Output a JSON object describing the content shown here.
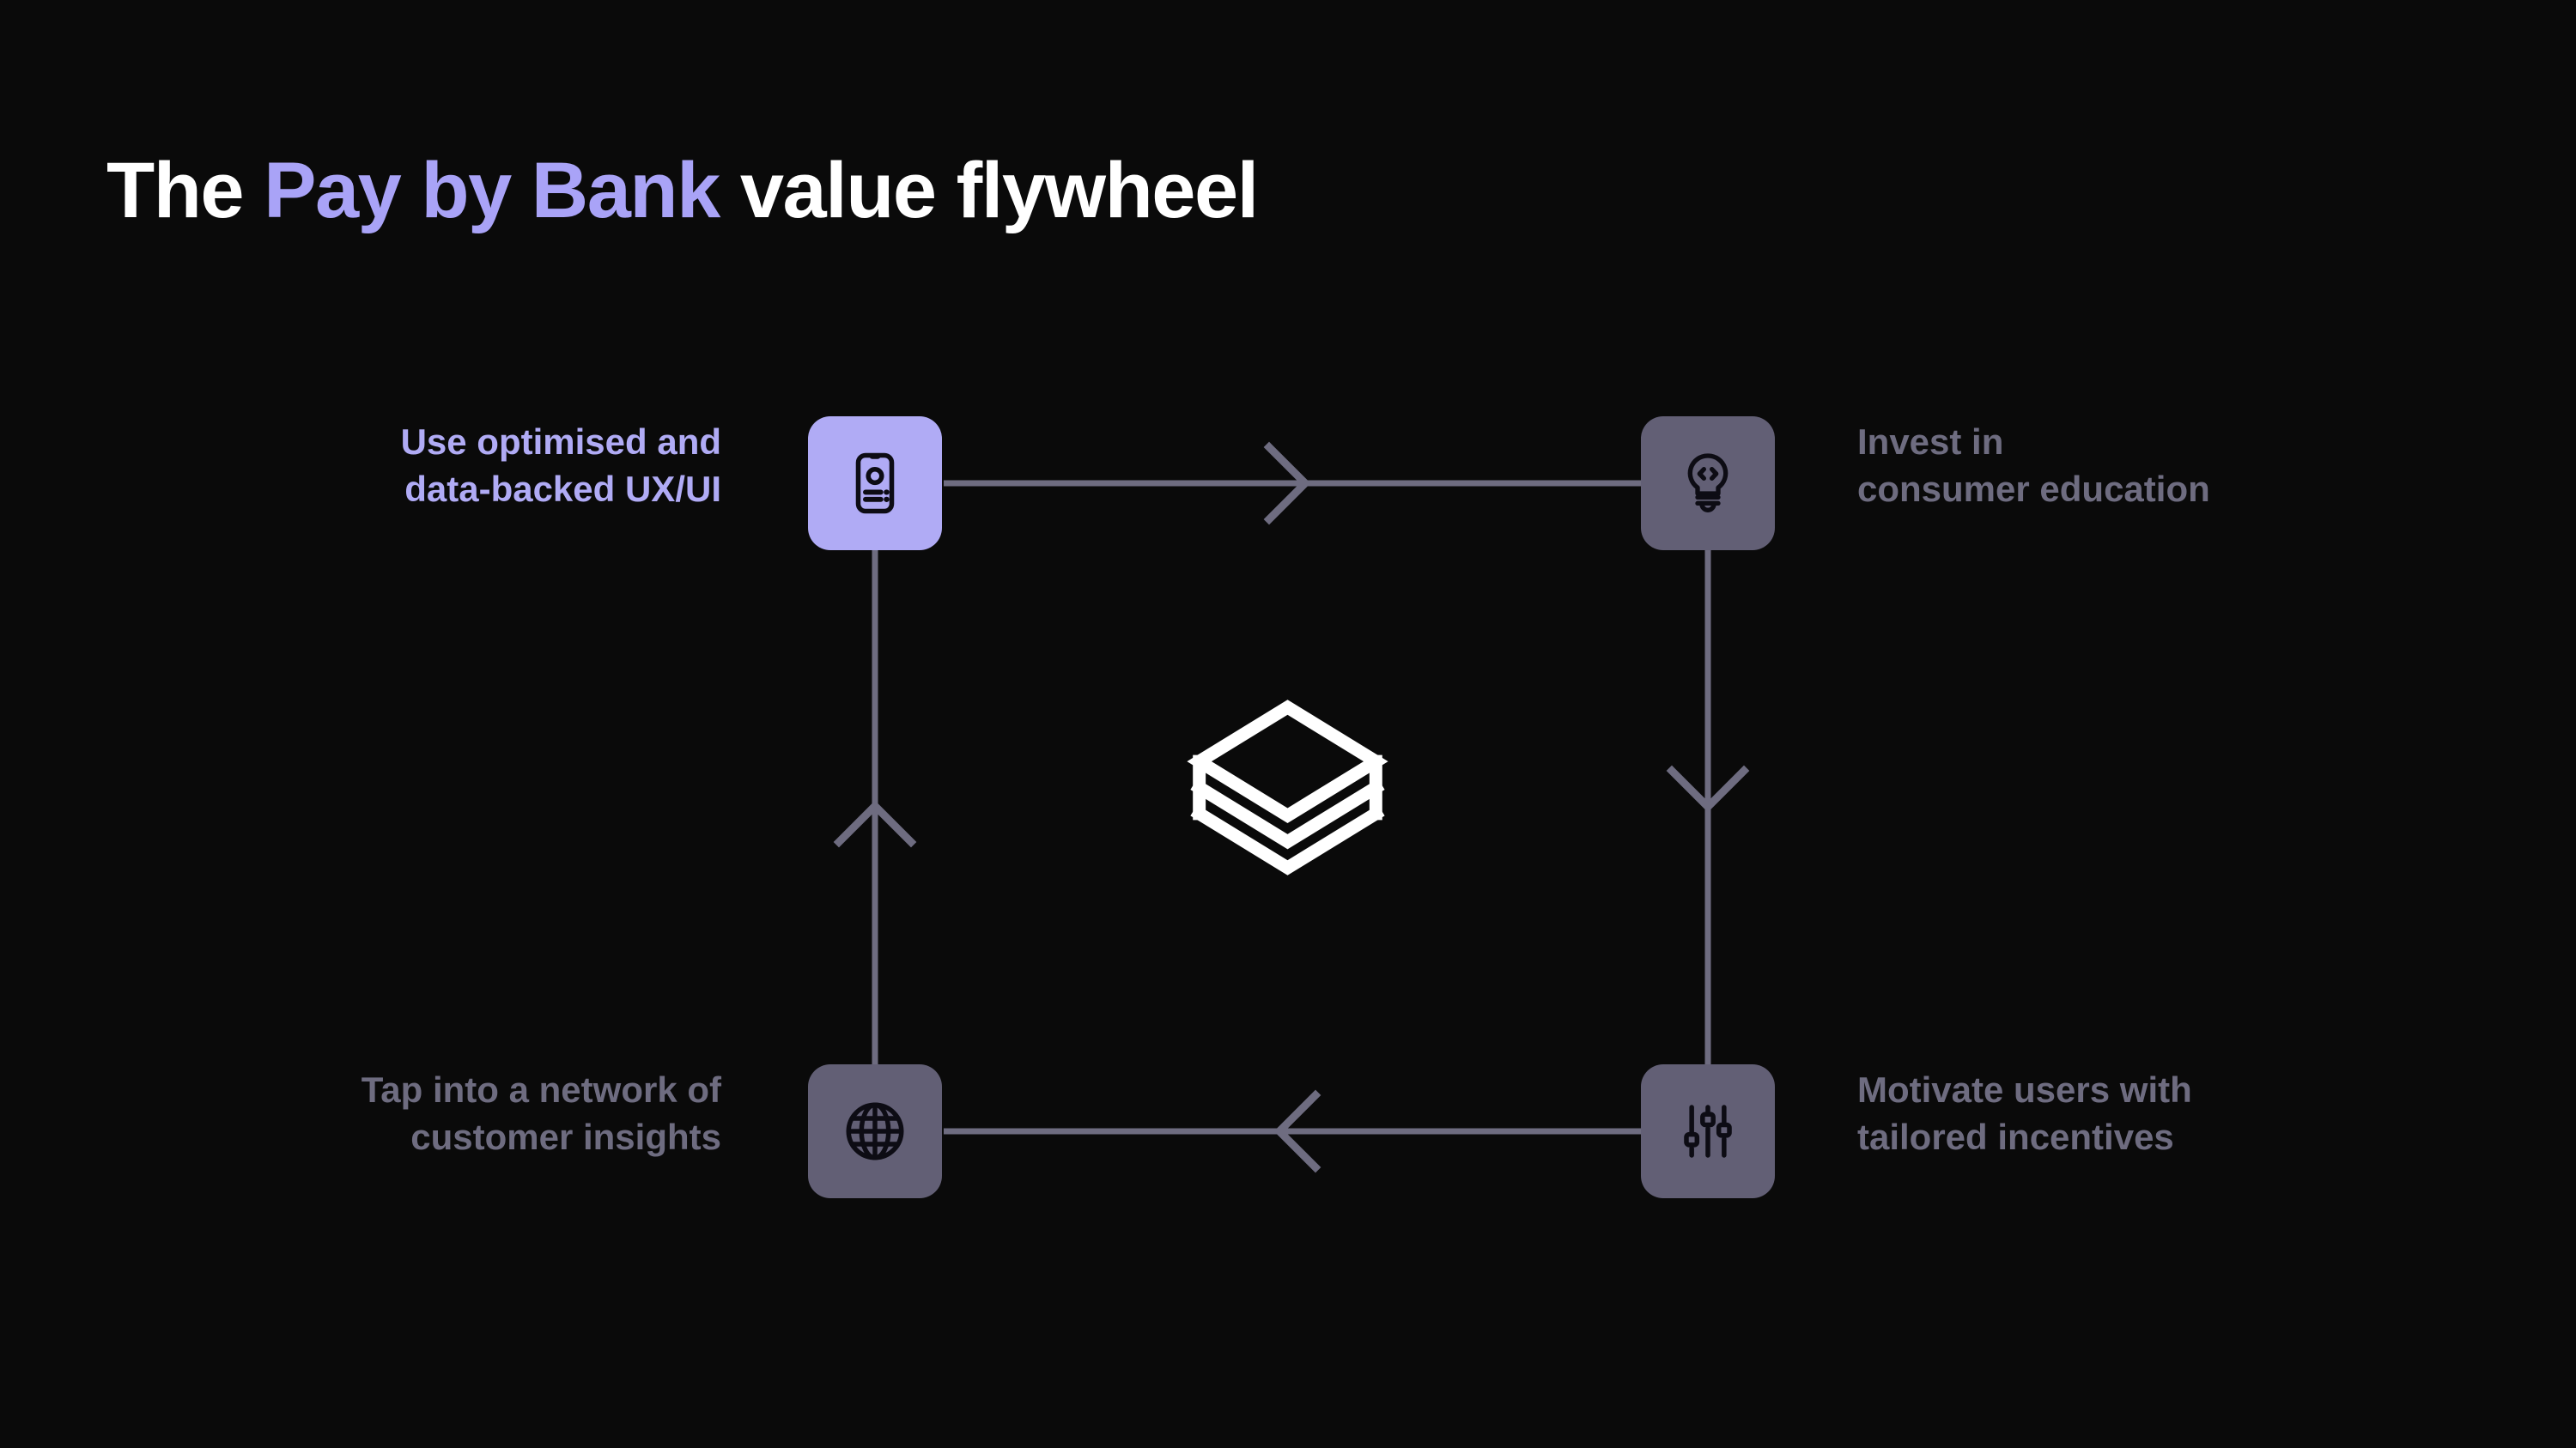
{
  "page": {
    "background_color": "#0a0a0a"
  },
  "title": {
    "prefix": "The ",
    "accent": "Pay by Bank",
    "suffix": " value flywheel",
    "full": "The Pay by Bank value flywheel",
    "accent_color": "#a9a3f7",
    "text_color": "#ffffff"
  },
  "colors": {
    "accent": "#b0abf5",
    "muted_tile": "#625f75",
    "muted_text": "#6e6c80",
    "wire": "#6e6c80",
    "logo": "#ffffff"
  },
  "center": {
    "logo_name": "layers-stack-logo"
  },
  "flywheel": {
    "nodes": [
      {
        "id": "top-left",
        "icon": "mobile-ux-icon",
        "icon_label": "mobile-phone-user-interface",
        "style": "accent",
        "label_line1": "Use optimised and",
        "label_line2": "data-backed UX/UI",
        "label": "Use optimised and\ndata-backed UX/UI",
        "label_align": "right",
        "highlighted": true
      },
      {
        "id": "top-right",
        "icon": "lightbulb-code-icon",
        "icon_label": "lightbulb-with-code-brackets",
        "style": "muted",
        "label_line1": "Invest in",
        "label_line2": "consumer education",
        "label": "Invest in\nconsumer education",
        "label_align": "left",
        "highlighted": false
      },
      {
        "id": "bottom-right",
        "icon": "sliders-icon",
        "icon_label": "equalizer-sliders-controls",
        "style": "muted",
        "label_line1": "Motivate users with",
        "label_line2": "tailored incentives",
        "label": "Motivate users with\ntailored incentives",
        "label_align": "left",
        "highlighted": false
      },
      {
        "id": "bottom-left",
        "icon": "globe-icon",
        "icon_label": "globe-network",
        "style": "muted",
        "label_line1": "Tap into a network of",
        "label_line2": "customer insights",
        "label": "Tap into a network of\ncustomer insights",
        "label_align": "right",
        "highlighted": false
      }
    ],
    "connectors": [
      {
        "id": "top-edge",
        "from": "top-left",
        "to": "top-right",
        "direction": "right"
      },
      {
        "id": "right-edge",
        "from": "top-right",
        "to": "bottom-right",
        "direction": "down"
      },
      {
        "id": "bottom-edge",
        "from": "bottom-right",
        "to": "bottom-left",
        "direction": "left"
      },
      {
        "id": "left-edge",
        "from": "bottom-left",
        "to": "top-left",
        "direction": "up"
      }
    ]
  }
}
